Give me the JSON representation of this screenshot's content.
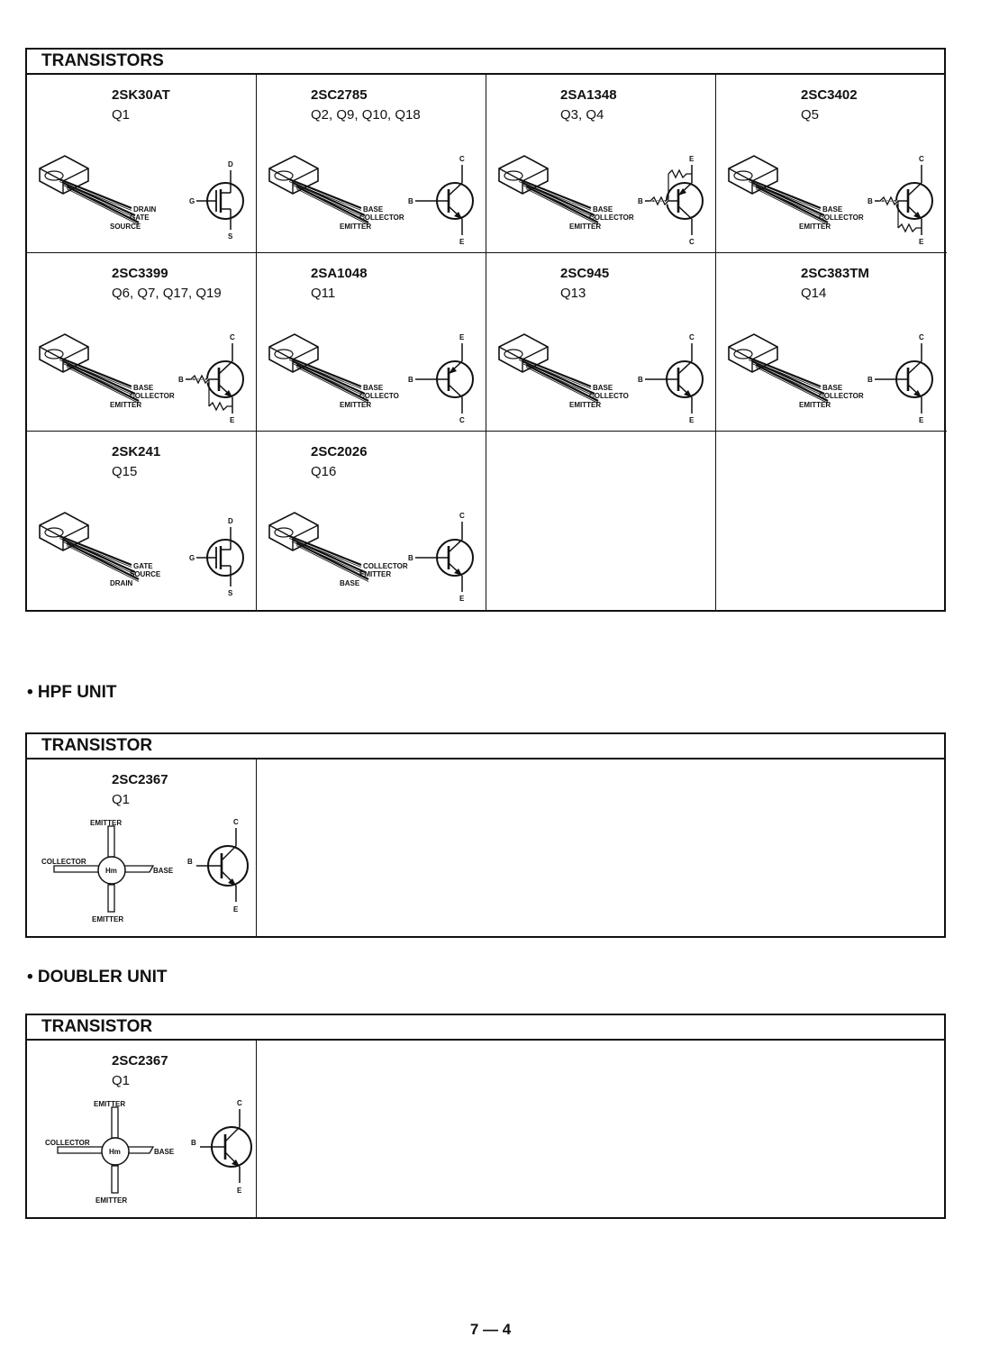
{
  "transistors": {
    "title": "TRANSISTORS",
    "cells": [
      {
        "part": "2SK30AT",
        "refs": "Q1",
        "kind": "fet",
        "leads": [
          "DRAIN",
          "GATE",
          "SOURCE"
        ],
        "pins": [
          "D",
          "G",
          "S"
        ]
      },
      {
        "part": "2SC2785",
        "refs": "Q2, Q9, Q10, Q18",
        "kind": "npn",
        "leads": [
          "BASE",
          "COLLECTOR",
          "EMITTER"
        ],
        "pins": [
          "C",
          "B",
          "E"
        ]
      },
      {
        "part": "2SA1348",
        "refs": "Q3, Q4",
        "kind": "pnp-r",
        "leads": [
          "BASE",
          "COLLECTOR",
          "EMITTER"
        ],
        "pins": [
          "E",
          "B",
          "C"
        ]
      },
      {
        "part": "2SC3402",
        "refs": "Q5",
        "kind": "npn-r",
        "leads": [
          "BASE",
          "COLLECTOR",
          "EMITTER"
        ],
        "pins": [
          "C",
          "B",
          "E"
        ]
      },
      {
        "part": "2SC3399",
        "refs": "Q6, Q7, Q17, Q19",
        "kind": "npn-r",
        "leads": [
          "BASE",
          "COLLECTOR",
          "EMITTER"
        ],
        "pins": [
          "C",
          "B",
          "E"
        ]
      },
      {
        "part": "2SA1048",
        "refs": "Q11",
        "kind": "pnp",
        "leads": [
          "BASE",
          "COLLECTO",
          "EMITTER"
        ],
        "pins": [
          "E",
          "B",
          "C"
        ]
      },
      {
        "part": "2SC945",
        "refs": "Q13",
        "kind": "npn",
        "leads": [
          "BASE",
          "COLLECTO",
          "EMITTER"
        ],
        "pins": [
          "C",
          "B",
          "E"
        ]
      },
      {
        "part": "2SC383TM",
        "refs": "Q14",
        "kind": "npn",
        "leads": [
          "BASE",
          "COLLECTOR",
          "EMITTER"
        ],
        "pins": [
          "C",
          "B",
          "E"
        ]
      },
      {
        "part": "2SK241",
        "refs": "Q15",
        "kind": "fet",
        "leads": [
          "GATE",
          "SOURCE",
          "DRAIN"
        ],
        "pins": [
          "D",
          "G",
          "S"
        ]
      },
      {
        "part": "2SC2026",
        "refs": "Q16",
        "kind": "npn",
        "leads": [
          "COLLECTOR",
          "EMITTER",
          "BASE"
        ],
        "pins": [
          "C",
          "B",
          "E"
        ]
      },
      {
        "part": "",
        "refs": "",
        "kind": "empty"
      },
      {
        "part": "",
        "refs": "",
        "kind": "empty"
      }
    ]
  },
  "hpf": {
    "section": "• HPF UNIT",
    "title": "TRANSISTOR",
    "part": "2SC2367",
    "refs": "Q1",
    "package_labels": {
      "top": "EMITTER",
      "left": "COLLECTOR",
      "right": "BASE",
      "bottom": "EMITTER",
      "center": "Hm"
    },
    "pins": [
      "C",
      "B",
      "E"
    ]
  },
  "doubler": {
    "section": "• DOUBLER UNIT",
    "title": "TRANSISTOR",
    "part": "2SC2367",
    "refs": "Q1",
    "package_labels": {
      "top": "EMITTER",
      "left": "COLLECTOR",
      "right": "BASE",
      "bottom": "EMITTER",
      "center": "Hm"
    },
    "pins": [
      "C",
      "B",
      "E"
    ]
  },
  "page_number": "7 — 4"
}
